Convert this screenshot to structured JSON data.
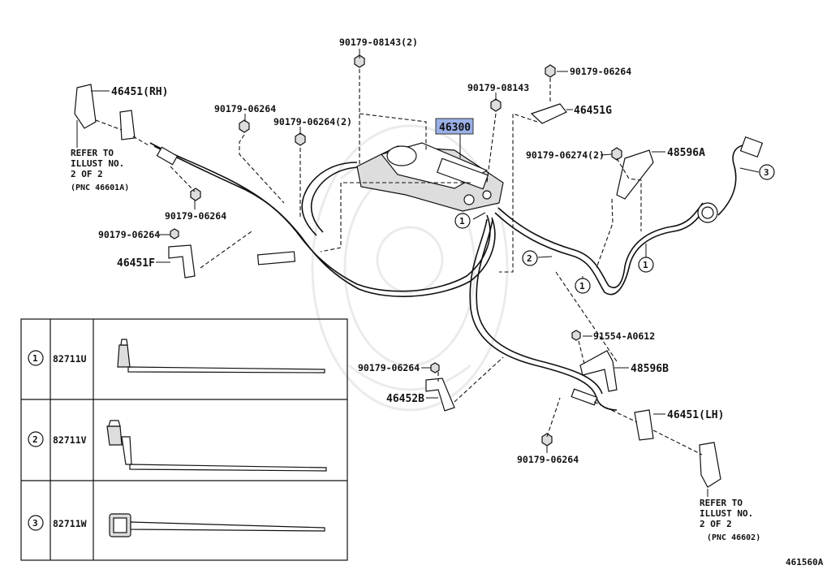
{
  "labels": {
    "p90179_08143_2": "90179-08143(2)",
    "p90179_06264_top": "90179-06264",
    "p46451_rh": "46451(RH)",
    "p90179_06264_a": "90179-06264",
    "p90179_06264_2": "90179-06264(2)",
    "p90179_08143": "90179-08143",
    "p46451g": "46451G",
    "p46300": "46300",
    "p90179_06274_2": "90179-06274(2)",
    "p48596a": "48596A",
    "p90179_06264_b": "90179-06264",
    "p90179_06264_c": "90179-06264",
    "p46451f": "46451F",
    "p91554": "91554-A0612",
    "p48596b": "48596B",
    "p90179_06264_d": "90179-06264",
    "p46452b": "46452B",
    "p46451_lh": "46451(LH)",
    "p90179_06264_e": "90179-06264",
    "ref_id": "461560A"
  },
  "notes": {
    "rh": [
      "REFER TO",
      "ILLUST NO.",
      "2 OF 2",
      "(PNC 46601A)"
    ],
    "lh": [
      "REFER TO",
      "ILLUST NO.",
      "2 OF 2",
      "(PNC 46602)"
    ]
  },
  "callouts": {
    "one": "1",
    "two": "2",
    "three": "3"
  },
  "table": {
    "rows": [
      {
        "num": "1",
        "part": "82711U"
      },
      {
        "num": "2",
        "part": "82711V"
      },
      {
        "num": "3",
        "part": "82711W"
      }
    ]
  },
  "colors": {
    "highlight": "#9ab0e8",
    "ink": "#111111"
  }
}
